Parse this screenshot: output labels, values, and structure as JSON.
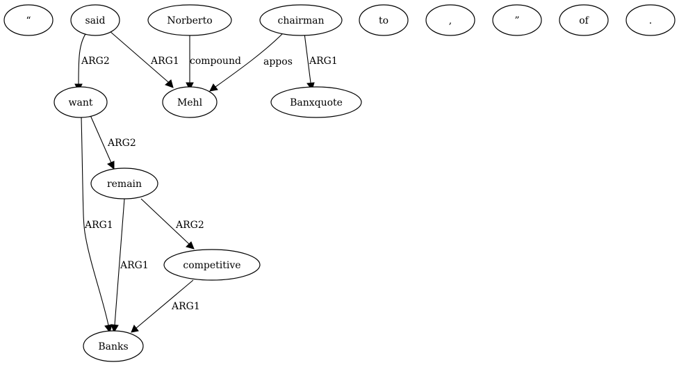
{
  "graph": {
    "nodes": {
      "open_quote": "“",
      "said": "said",
      "norberto": "Norberto",
      "chairman": "chairman",
      "to": "to",
      "comma": ",",
      "close_quote": "”",
      "of": "of",
      "period": ".",
      "want": "want",
      "mehl": "Mehl",
      "banxquote": "Banxquote",
      "remain": "remain",
      "competitive": "competitive",
      "banks": "Banks"
    },
    "edges": {
      "said_want": "ARG2",
      "said_mehl": "ARG1",
      "norberto_mehl": "compound",
      "chairman_mehl": "appos",
      "chairman_banxquote": "ARG1",
      "want_remain": "ARG2",
      "want_banks": "ARG1",
      "remain_competitive": "ARG2",
      "remain_banks": "ARG1",
      "competitive_banks": "ARG1"
    }
  }
}
